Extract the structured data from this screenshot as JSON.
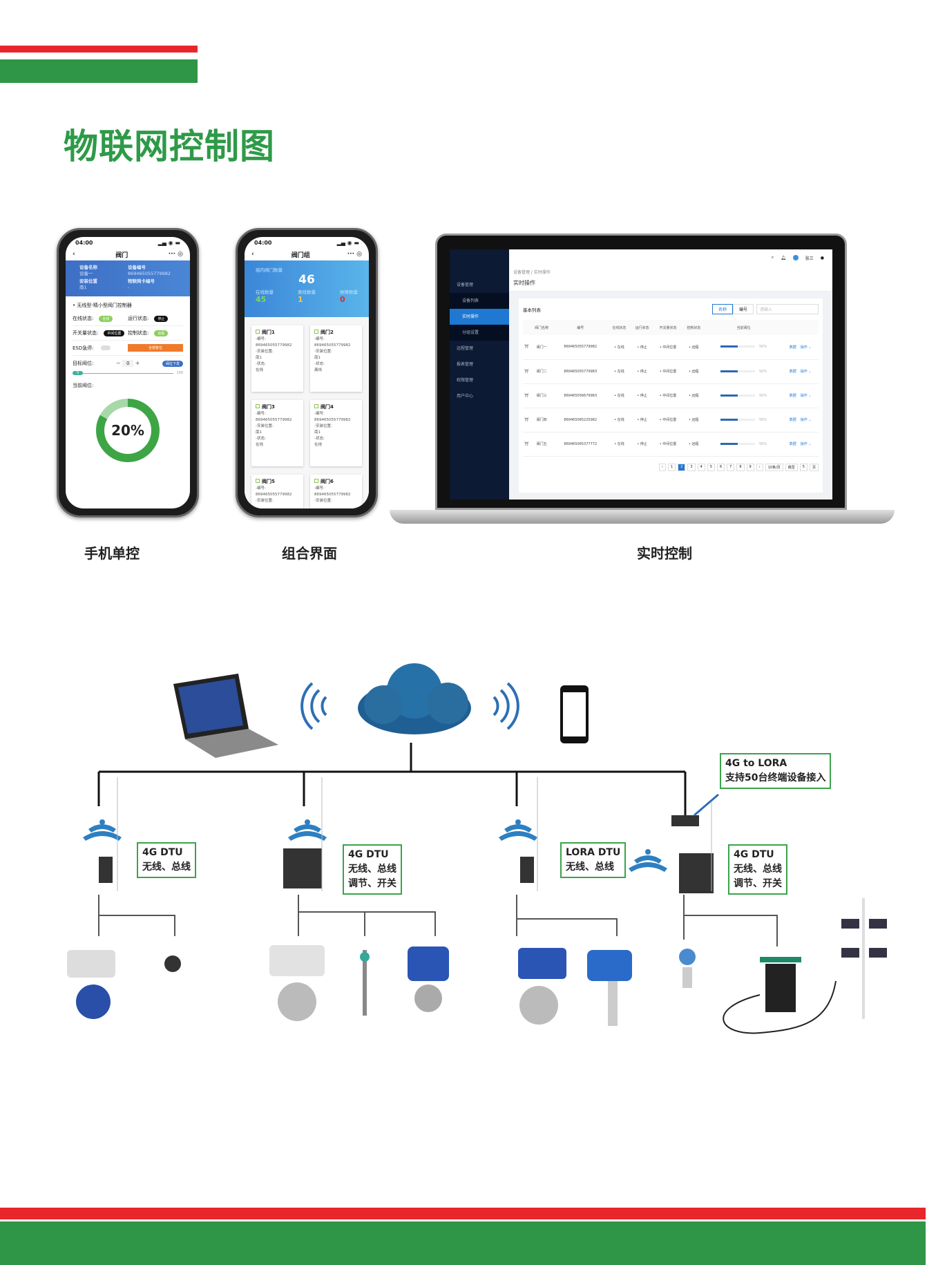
{
  "title": "物联网控制图",
  "captions": {
    "phone_single": "手机单控",
    "combo": "组合界面",
    "realtime": "实时控制"
  },
  "colors": {
    "red": "#e8262b",
    "green": "#2f9547",
    "title": "#2e9a48"
  },
  "phone1": {
    "time": "04:00",
    "nav_title": "阀门",
    "header": [
      {
        "k": "设备名称",
        "v": "设备一"
      },
      {
        "k": "设备编号",
        "v": "869465055779982"
      },
      {
        "k": "安装位置",
        "v": "南1"
      },
      {
        "k": "物联网卡编号",
        "v": "-"
      }
    ],
    "section": "• 无线型-精小型阀门控制器",
    "online_label": "在线状态:",
    "online_value": "在线",
    "run_label": "运行状态:",
    "run_value": "停止",
    "switch_label": "开关量状态:",
    "switch_value": "中间位置",
    "control_label": "控制状态:",
    "control_value": "远程",
    "esd_label": "ESD急停:",
    "reset_button": "全部复位",
    "target_label": "目标阀位:",
    "target_value": "0",
    "send_button": "阀位下发",
    "slider_min": "0",
    "slider_max": "100",
    "slider_value": 0,
    "current_label": "当前阀位:",
    "current_value": "20%",
    "current_fraction": 0.2
  },
  "phone2": {
    "time": "04:00",
    "nav_title": "阀门组",
    "count_label": "组内阀门数量",
    "count": "46",
    "stats": [
      {
        "k": "在线数量",
        "v": "45",
        "c": "#7ed957"
      },
      {
        "k": "离线数量",
        "v": "1",
        "c": "#f2c94c"
      },
      {
        "k": "故障数量",
        "v": "0",
        "c": "#e8262b"
      }
    ],
    "cards": [
      {
        "name": "阀门1",
        "no_label": "-编号:",
        "no": "869465055779982",
        "loc_label": "-安装位置:",
        "loc": "南1",
        "st_label": "-状态:",
        "st": "在线"
      },
      {
        "name": "阀门2",
        "no_label": "-编号:",
        "no": "869465055779982",
        "loc_label": "-安装位置:",
        "loc": "南1",
        "st_label": "-状态:",
        "st": "离线"
      },
      {
        "name": "阀门3",
        "no_label": "-编号:",
        "no": "869465055779982",
        "loc_label": "-安装位置:",
        "loc": "南1",
        "st_label": "-状态:",
        "st": "在线"
      },
      {
        "name": "阀门4",
        "no_label": "-编号:",
        "no": "869465055779982",
        "loc_label": "-安装位置:",
        "loc": "南1",
        "st_label": "-状态:",
        "st": "在线"
      },
      {
        "name": "阀门5",
        "no_label": "-编号:",
        "no": "869465055779982",
        "loc_label": "-安装位置:",
        "loc": "",
        "st_label": "",
        "st": ""
      },
      {
        "name": "阀门6",
        "no_label": "-编号:",
        "no": "869465055779982",
        "loc_label": "-安装位置:",
        "loc": "",
        "st_label": "",
        "st": ""
      }
    ]
  },
  "dashboard": {
    "user": "张三",
    "sidebar": [
      {
        "label": "设备管理",
        "type": "group"
      },
      {
        "label": "设备列表",
        "type": "sub"
      },
      {
        "label": "实时操作",
        "type": "act"
      },
      {
        "label": "分组设置",
        "type": "sub"
      },
      {
        "label": "远程管理",
        "type": "group"
      },
      {
        "label": "报表管理",
        "type": "group"
      },
      {
        "label": "权限管理",
        "type": "group"
      },
      {
        "label": "用户中心",
        "type": "group"
      }
    ],
    "breadcrumb": "设备管理 / 实时操作",
    "page_title": "实时操作",
    "card_title": "基本列表",
    "seg": [
      "名称",
      "编号"
    ],
    "search_placeholder": "请输入",
    "columns": [
      "",
      "阀门名称",
      "编号",
      "在线状态",
      "运行状态",
      "开关量状态",
      "控制状态",
      "当前阀位",
      ""
    ],
    "rows": [
      {
        "name": "阀门一",
        "no": "869465055779982",
        "online": "• 在线",
        "run": "• 停止",
        "sw": "• 中间位置",
        "ctl": "• 远程",
        "pos": "50%",
        "pct": 50
      },
      {
        "name": "阀门二",
        "no": "869465055779983",
        "online": "• 在线",
        "run": "• 停止",
        "sw": "• 中间位置",
        "ctl": "• 远程",
        "pos": "50%",
        "pct": 50
      },
      {
        "name": "阀门三",
        "no": "869465056679983",
        "online": "• 在线",
        "run": "• 停止",
        "sw": "• 中间位置",
        "ctl": "• 远程",
        "pos": "50%",
        "pct": 50
      },
      {
        "name": "阀门四",
        "no": "869465065225982",
        "online": "• 在线",
        "run": "• 停止",
        "sw": "• 中间位置",
        "ctl": "• 远程",
        "pos": "50%",
        "pct": 50
      },
      {
        "name": "阀门五",
        "no": "869465065377772",
        "online": "• 在线",
        "run": "• 停止",
        "sw": "• 中间位置",
        "ctl": "• 远程",
        "pos": "50%",
        "pct": 50
      }
    ],
    "data_link": "数据",
    "op_link": "操作 ⌄",
    "pages": [
      "‹",
      "1",
      "2",
      "3",
      "4",
      "5",
      "6",
      "7",
      "8",
      "9",
      "›"
    ],
    "current_page": "2",
    "page_size": "10条/页",
    "jump_label": "跳至",
    "jump_value": "5",
    "page_unit": "页"
  },
  "diagram": {
    "lora_box": [
      "4G to LORA",
      "支持50台终端设备接入"
    ],
    "box1": [
      "4G DTU",
      "无线、总线"
    ],
    "box2": [
      "4G DTU",
      "无线、总线",
      "调节、开关"
    ],
    "box3": [
      "LORA DTU",
      "无线、总线"
    ],
    "box4": [
      "4G DTU",
      "无线、总线",
      "调节、开关"
    ]
  }
}
